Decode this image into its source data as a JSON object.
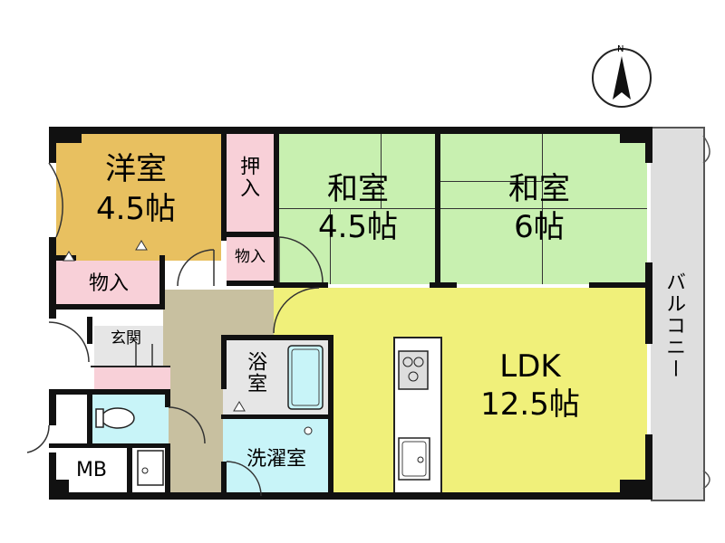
{
  "compass": {
    "north_label": "N"
  },
  "rooms": {
    "yoshitsu": {
      "name": "洋室",
      "size": "4.5帖",
      "color": "#e8c060"
    },
    "washitsu1": {
      "name": "和室",
      "size": "4.5帖",
      "color": "#c8f0b0"
    },
    "washitsu2": {
      "name": "和室",
      "size": "6帖",
      "color": "#c8f0b0"
    },
    "ldk": {
      "name": "LDK",
      "size": "12.5帖",
      "color": "#f0f07a"
    },
    "oshiire": {
      "name": "押入",
      "color": "#f8d0d8"
    },
    "monoire_small": {
      "name": "物入",
      "color": "#f8d0d8"
    },
    "monoire_left": {
      "name": "物入",
      "color": "#f8d0d8"
    },
    "genkan": {
      "name": "玄関",
      "color": "#e6e6e6"
    },
    "yokushitsu": {
      "name": "浴室",
      "color": "#e6e6e6"
    },
    "sentakushitsu": {
      "name": "洗濯室",
      "color": "#c8f4f8"
    },
    "toilet": {
      "color": "#c8f4f8"
    },
    "mb": {
      "name": "MB"
    },
    "balcony": {
      "name": "バルコニー",
      "color": "#dedede"
    },
    "hallway": {
      "color": "#c8c0a0"
    }
  }
}
